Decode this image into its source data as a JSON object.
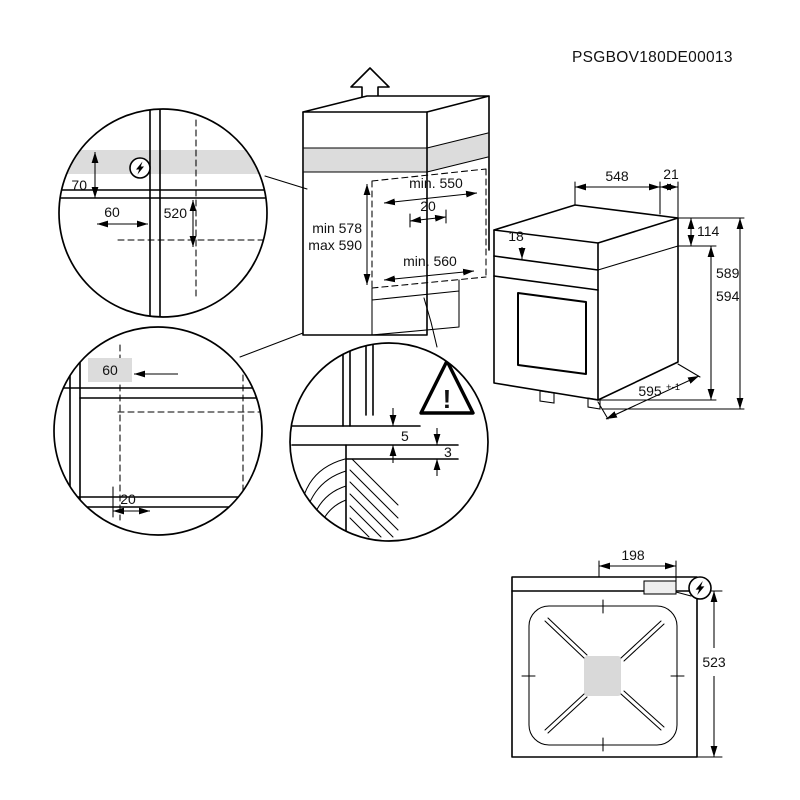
{
  "title": "PSGBOV180DE00013",
  "colors": {
    "line": "#000000",
    "shade": "#dcdcdc",
    "hub": "#d9d9d9"
  },
  "icons": {
    "power": "lightning-bolt-in-circle",
    "warning": "exclamation-triangle",
    "direction": "arrow-up"
  },
  "cabinet": {
    "width": "min. 550",
    "setback": "20",
    "height_min": "min 578",
    "height_max": "max 590",
    "depth": "min. 560"
  },
  "socket_detail": {
    "d70": "70",
    "d60": "60",
    "d520": "520"
  },
  "base_detail": {
    "d60": "60",
    "d20": "20"
  },
  "gap_detail": {
    "d5": "5",
    "d3": "3",
    "warning": "!"
  },
  "oven": {
    "d548": "548",
    "d21": "21",
    "d18": "18",
    "d114": "114",
    "d589": "589",
    "d594": "594",
    "d595": "595",
    "tol": "+-1"
  },
  "top_view": {
    "d198": "198",
    "d523": "523"
  }
}
